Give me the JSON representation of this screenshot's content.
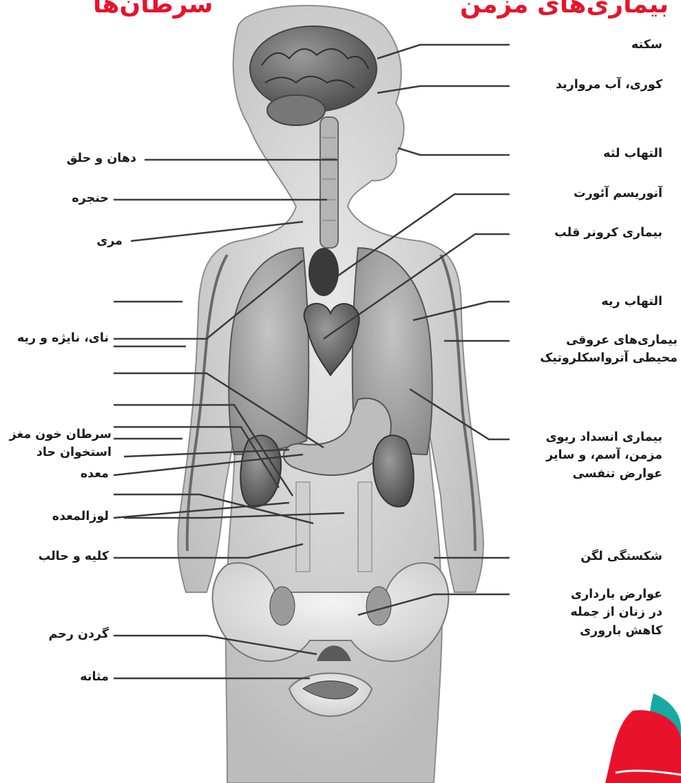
{
  "headers": {
    "left": "سرطان‌ها",
    "right": "بیماری‌های مزمن"
  },
  "labels_right": [
    {
      "id": "stroke",
      "text": "سکته"
    },
    {
      "id": "blindness",
      "text": "کوری، آب مروارید"
    },
    {
      "id": "periodontitis",
      "text": "التهاب لثه"
    },
    {
      "id": "aortic",
      "text": "آنوریسم آئورت"
    },
    {
      "id": "coronary",
      "text": "بیماری کرونر قلب"
    },
    {
      "id": "pneumonia",
      "text": "التهاب ریه"
    },
    {
      "id": "vascular",
      "lines": [
        "بیماری‌های عروقی",
        "محیطی آترواسکلروتیک"
      ]
    },
    {
      "id": "copd",
      "lines": [
        "بیماری انسداد ریوی",
        "مزمن، آسم، و  سایر",
        "عوارض تنفسی"
      ]
    },
    {
      "id": "hip",
      "text": "شکستگی لگن"
    },
    {
      "id": "pregnancy",
      "lines": [
        "عوارض بارداری",
        "در زنان از جمله",
        "کاهش باروری"
      ]
    }
  ],
  "labels_left": [
    {
      "id": "mouth",
      "text": "دهان و حلق"
    },
    {
      "id": "larynx",
      "text": "حنجره"
    },
    {
      "id": "esophagus",
      "text": "مری"
    },
    {
      "id": "lung",
      "text": "نای، نایژه و ریه"
    },
    {
      "id": "leukemia",
      "lines": [
        "سرطان خون مغز",
        "استخوان حاد"
      ]
    },
    {
      "id": "stomach",
      "text": "معده"
    },
    {
      "id": "pancreas",
      "text": "لوزالمعده"
    },
    {
      "id": "kidney",
      "text": "کلیه و حالب"
    },
    {
      "id": "cervix",
      "text": "گردن رحم"
    },
    {
      "id": "bladder",
      "text": "مثانه"
    }
  ],
  "colors": {
    "header": "#e8132b",
    "badge_red": "#e8132b",
    "badge_teal": "#17a9a3"
  }
}
